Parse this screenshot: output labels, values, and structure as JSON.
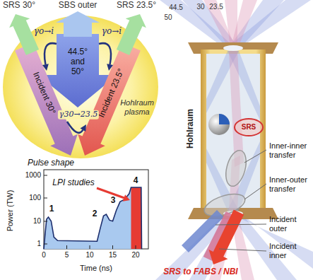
{
  "diagram": {
    "nodes": [
      {
        "text": [
          "Hohlraum plasma"
        ]
      },
      {
        "text": [
          "SBS outer"
        ]
      },
      {
        "text": [
          "SRS 30°"
        ]
      },
      {
        "text": [
          "SRS 23.5°"
        ]
      },
      {
        "text": [
          "44.5° and 50°"
        ],
        "in": 0
      },
      {
        "text": [
          "Incident 30°"
        ],
        "in": 0
      },
      {
        "text": [
          "Incident 23.5°"
        ],
        "in": 0
      }
    ],
    "edges": [
      {
        "from": 4,
        "to": 5,
        "arrow": "to",
        "label": "γo→i"
      },
      {
        "from": 4,
        "to": 6,
        "arrow": "to",
        "label": "γo→i"
      },
      {
        "from": 5,
        "to": 6,
        "arrow": "to",
        "label": "γ30→23.5"
      }
    ],
    "labels": [
      "Pulse shape",
      "LPI studies",
      "1",
      "2",
      "3",
      "4",
      "1000",
      "100",
      "10",
      "1",
      "0",
      "5",
      "10",
      "15",
      "20",
      "Power (TW)",
      "Time (ns)",
      "44.5",
      "50",
      "30",
      "23.5",
      "Hohlraum",
      "SRS",
      "Inner-inner transfer",
      "Inner-outer transfer",
      "Incident outer",
      "Incident inner",
      "SRS to FABS / NBI"
    ]
  }
}
